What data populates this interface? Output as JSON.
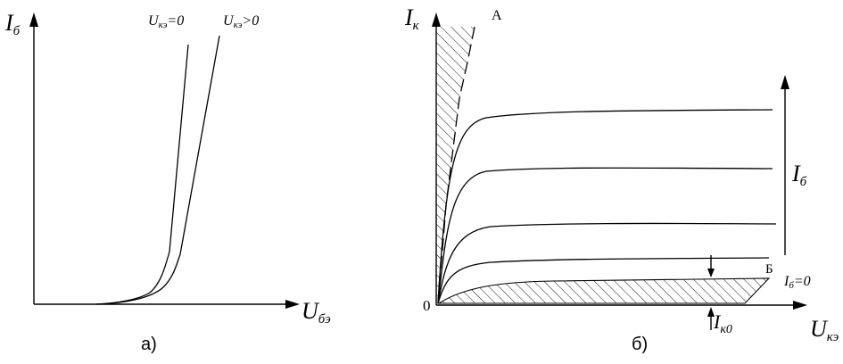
{
  "panel_a": {
    "caption": "а)",
    "y_axis": {
      "sym": "I",
      "sub": "б"
    },
    "x_axis": {
      "sym": "U",
      "sub": "бэ"
    },
    "curve1": {
      "sym": "U",
      "sub": "кэ",
      "rel": "=0"
    },
    "curve2": {
      "sym": "U",
      "sub": "кэ",
      "rel": ">0"
    }
  },
  "panel_b": {
    "caption": "б)",
    "y_axis": {
      "sym": "I",
      "sub": "к"
    },
    "x_axis": {
      "sym": "U",
      "sub": "кэ"
    },
    "origin": "0",
    "region_a": "А",
    "region_b": "Б",
    "arrow_label": {
      "sym": "I",
      "sub": "б"
    },
    "cutoff_curve": {
      "sym": "I",
      "sub": "б",
      "rel": "=0"
    },
    "leakage": {
      "sym": "I",
      "sub": "к0"
    }
  }
}
